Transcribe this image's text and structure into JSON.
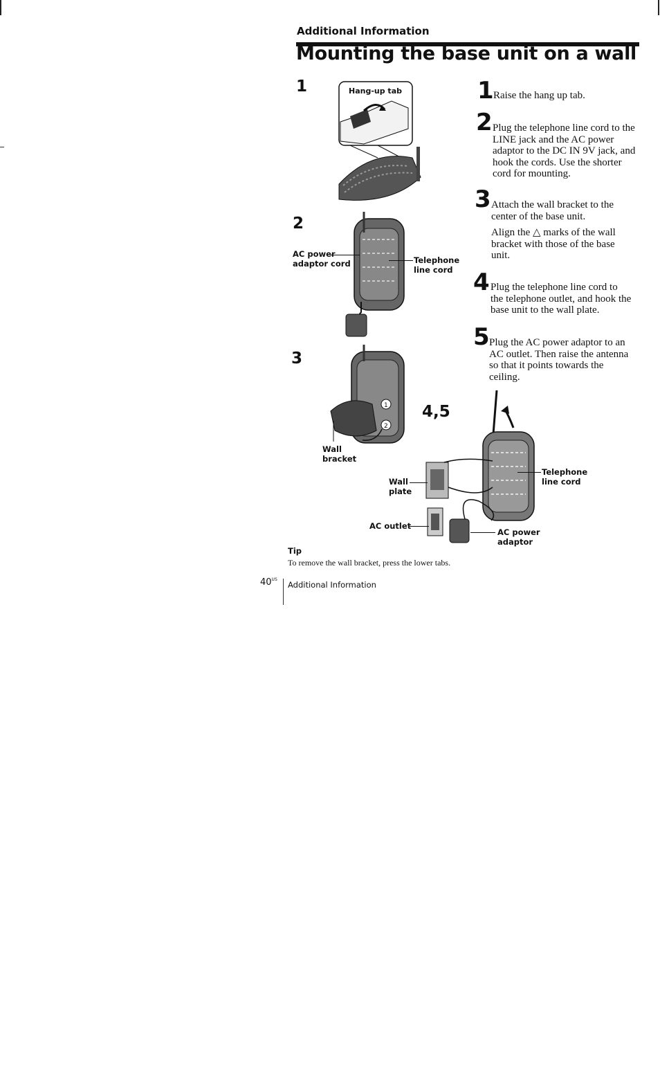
{
  "header": {
    "section": "Additional Information",
    "title": "Mounting the base unit on a wall"
  },
  "figures": {
    "fig1": {
      "number": "1",
      "callout": "Hang-up tab"
    },
    "fig2": {
      "number": "2",
      "left_callout": "AC power\nadaptor cord",
      "right_callout": "Telephone\nline cord"
    },
    "fig3": {
      "number": "3",
      "callout": "Wall\nbracket"
    },
    "fig45": {
      "number": "4,5",
      "wall_plate": "Wall\nplate",
      "ac_outlet": "AC outlet",
      "telephone_line_cord": "Telephone\nline cord",
      "ac_power_adaptor": "AC power\nadaptor"
    }
  },
  "steps": [
    {
      "number": "1",
      "text": "Raise the hang up tab."
    },
    {
      "number": "2",
      "text": "Plug the telephone line cord to the LINE jack and the AC power adaptor to the DC IN 9V jack, and hook the cords. Use the shorter cord for mounting."
    },
    {
      "number": "3",
      "text": "Attach the wall bracket to the center of the base unit.",
      "note": "Align the △ marks of the wall bracket with those of the base unit."
    },
    {
      "number": "4",
      "text": "Plug the telephone line cord to the telephone outlet, and hook the base unit to the wall plate."
    },
    {
      "number": "5",
      "text": "Plug the AC power adaptor to an AC outlet. Then raise the antenna so that it points towards the ceiling."
    }
  ],
  "tip": {
    "label": "Tip",
    "text": "To remove the wall bracket, press the lower tabs."
  },
  "footer": {
    "page_number": "40",
    "page_suffix": "US",
    "section": "Additional Information"
  }
}
